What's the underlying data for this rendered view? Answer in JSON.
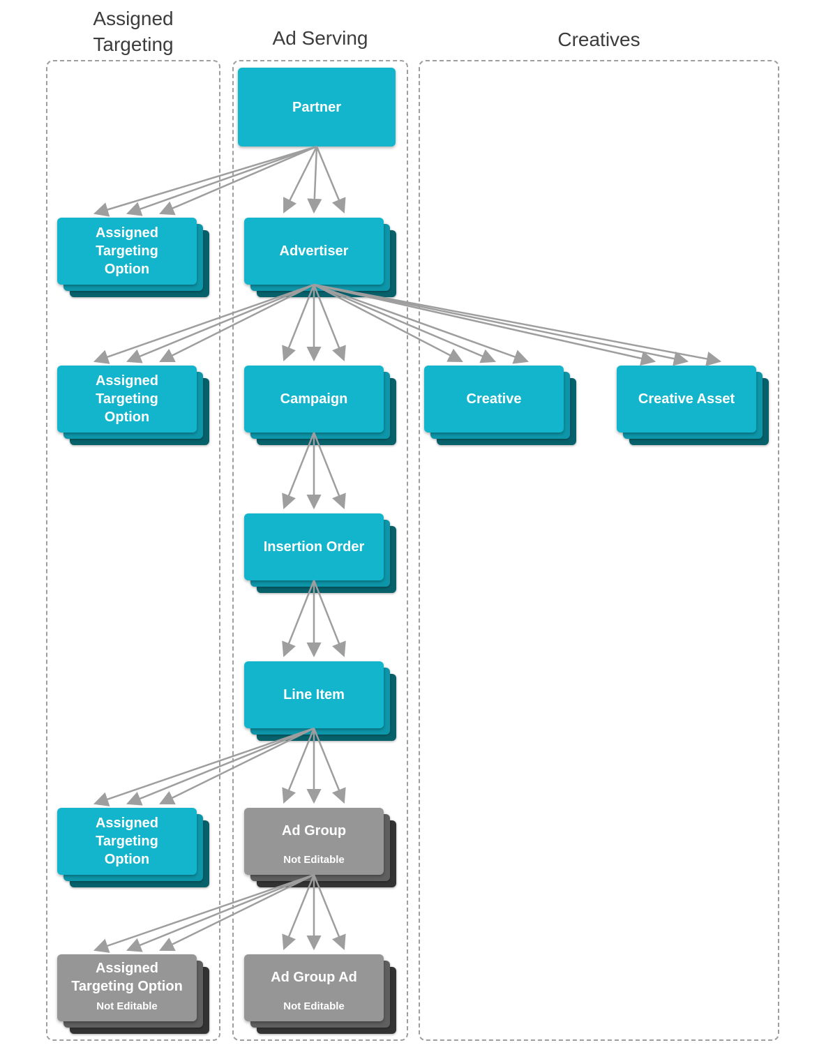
{
  "columns": {
    "assigned_targeting": {
      "label": "Assigned Targeting"
    },
    "ad_serving": {
      "label": "Ad Serving"
    },
    "creatives": {
      "label": "Creatives"
    }
  },
  "nodes": {
    "partner": {
      "label": "Partner",
      "style": "teal"
    },
    "advertiser": {
      "label": "Advertiser",
      "style": "teal"
    },
    "campaign": {
      "label": "Campaign",
      "style": "teal"
    },
    "insertion_order": {
      "label": "Insertion Order",
      "style": "teal"
    },
    "line_item": {
      "label": "Line Item",
      "style": "teal"
    },
    "creative": {
      "label": "Creative",
      "style": "teal"
    },
    "creative_asset": {
      "label": "Creative Asset",
      "style": "teal"
    },
    "ato_partner": {
      "label": "Assigned\nTargeting\nOption",
      "style": "teal"
    },
    "ato_advertiser": {
      "label": "Assigned\nTargeting\nOption",
      "style": "teal"
    },
    "ato_line_item": {
      "label": "Assigned\nTargeting\nOption",
      "style": "teal"
    },
    "ad_group": {
      "label": "Ad Group",
      "badge": "Not Editable",
      "style": "gray"
    },
    "ad_group_ad": {
      "label": "Ad Group Ad",
      "badge": "Not Editable",
      "style": "gray"
    },
    "ato_ad_group": {
      "label": "Assigned\nTargeting Option",
      "badge": "Not Editable",
      "style": "gray"
    }
  },
  "edges": [
    {
      "from": "partner",
      "to": "ato_partner"
    },
    {
      "from": "partner",
      "to": "advertiser"
    },
    {
      "from": "advertiser",
      "to": "ato_advertiser"
    },
    {
      "from": "advertiser",
      "to": "campaign"
    },
    {
      "from": "advertiser",
      "to": "creative"
    },
    {
      "from": "advertiser",
      "to": "creative_asset"
    },
    {
      "from": "campaign",
      "to": "insertion_order"
    },
    {
      "from": "insertion_order",
      "to": "line_item"
    },
    {
      "from": "line_item",
      "to": "ato_line_item"
    },
    {
      "from": "line_item",
      "to": "ad_group"
    },
    {
      "from": "ad_group",
      "to": "ato_ad_group"
    },
    {
      "from": "ad_group",
      "to": "ad_group_ad"
    }
  ],
  "edge_style": "one-to-many (three parallel arrows per relationship)",
  "colors": {
    "teal-face": "#12B5CB",
    "teal-mid": "#0D96A9",
    "teal-dark": "#07616B",
    "gray-face": "#969696",
    "gray-mid": "#5F5F5F",
    "gray-dark": "#333333",
    "arrow": "#9E9E9E",
    "frame": "#9E9E9E",
    "header": "#3C3C3C",
    "bg": "#FFFFFF"
  }
}
